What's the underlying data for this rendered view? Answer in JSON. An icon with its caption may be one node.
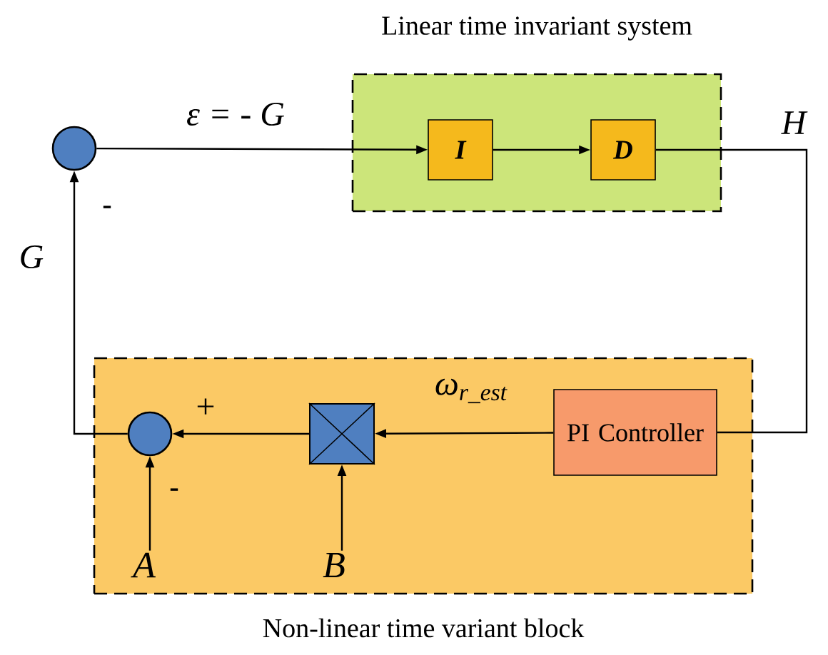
{
  "diagram": {
    "nodes": [
      {
        "text": [
          "Linear time invariant system"
        ]
      },
      {
        "text": [
          "I"
        ],
        "in": 0
      },
      {
        "text": [
          "D"
        ],
        "in": 0
      },
      {
        "text": [
          "Non-linear time variant block"
        ]
      },
      {
        "text": [],
        "shape": "circle",
        "in": 3
      },
      {
        "text": [],
        "shape": "box",
        "in": 3
      },
      {
        "text": [
          "PI Controller"
        ],
        "in": 3
      },
      {
        "text": [],
        "shape": "circle"
      },
      {
        "text": [
          "A"
        ],
        "in": 3
      },
      {
        "text": [
          "B"
        ],
        "in": 3
      }
    ],
    "edges": [
      {
        "from": 7,
        "to": 1,
        "arrow": "to",
        "label": "ε = - G"
      },
      {
        "from": 1,
        "to": 2,
        "arrow": "to"
      },
      {
        "from": 2,
        "to": 6,
        "arrow": "none",
        "label": "H"
      },
      {
        "from": 6,
        "to": 5,
        "arrow": "to",
        "label": "ω$_{r_est}$"
      },
      {
        "from": 5,
        "to": 4,
        "arrow": "to",
        "label": "+"
      },
      {
        "from": 4,
        "to": 7,
        "arrow": "to",
        "label": "G"
      },
      {
        "from": 8,
        "to": 4,
        "arrow": "to"
      },
      {
        "from": 9,
        "to": 5,
        "arrow": "to"
      }
    ],
    "labels": [
      "-",
      "-"
    ]
  }
}
